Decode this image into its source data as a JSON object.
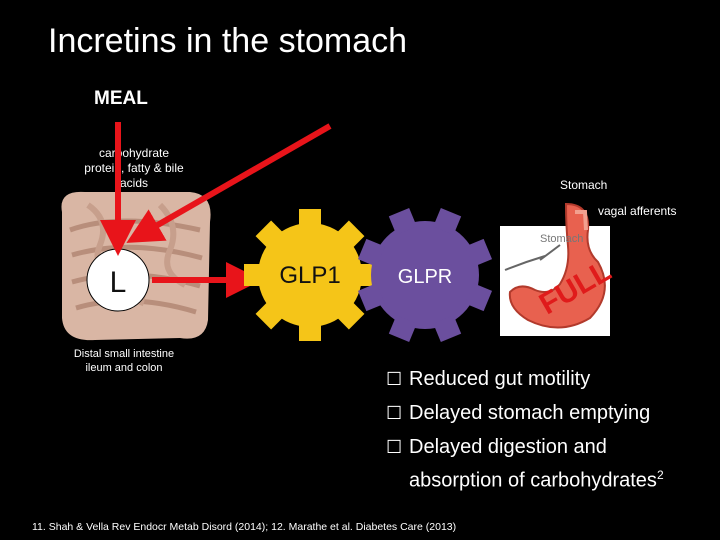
{
  "title": "Incretins in the stomach",
  "meal_label": "MEAL",
  "food_components": "carbohydrate protein, fatty & bile acids",
  "stomach_label": "Stomach",
  "vagal_label": "vagal afferents",
  "intestine_label": "Distal small intestine ileum and colon",
  "cell_label": "L",
  "glp1_label": "GLP1",
  "glpr_label": "GLPR",
  "full_label": "FULL",
  "stomach_image_text": "Stomach",
  "effects": [
    "Reduced gut motility",
    "Delayed stomach emptying",
    "Delayed digestion and absorption of carbohydrates"
  ],
  "effects_superscript": "2",
  "footer": "11. Shah & Vella Rev Endocr Metab Disord (2014); 12. Marathe et al. Diabetes Care (2013)",
  "colors": {
    "background": "#000000",
    "arrow": "#e8141a",
    "glp1_gear": "#f5c518",
    "glpr_gear": "#6b4f9e",
    "stomach": "#e8614f",
    "full_text": "#e01b1b"
  }
}
